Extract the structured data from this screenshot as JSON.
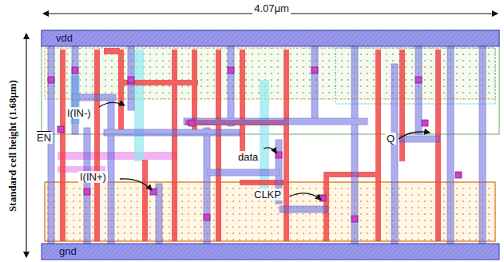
{
  "diagram": {
    "labels": [
      "4.07μm",
      "vdd",
      "Standard cell height (1.68μm)",
      "I(IN-)",
      "EN",
      "data",
      "Q",
      "I(IN+)",
      "CLKP",
      "gnd"
    ]
  }
}
